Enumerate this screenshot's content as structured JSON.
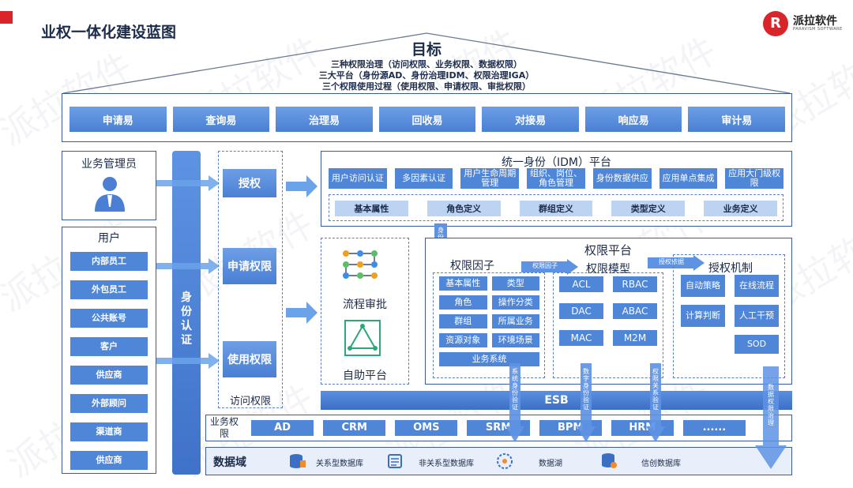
{
  "header": {
    "title": "业权一体化建设蓝图",
    "logo_text": "派拉软件",
    "logo_sub": "PARAVISM SOFTWARE",
    "logo_mark": "R"
  },
  "watermark": "派拉软件",
  "goal": {
    "title": "目标",
    "lines": [
      "三种权限治理（访问权限、业务权限、数据权限）",
      "三大平台（身份源AD、身份治理IDM、权限治理IGA）",
      "三个权限使用过程（使用权限、申请权限、审批权限）"
    ]
  },
  "easy_items": [
    "申请易",
    "查询易",
    "治理易",
    "回收易",
    "对接易",
    "响应易",
    "审计易"
  ],
  "biz_admin": {
    "title": "业务管理员"
  },
  "users": {
    "title": "用户",
    "items": [
      "内部员工",
      "外包员工",
      "公共账号",
      "客户",
      "供应商",
      "外部顾问",
      "渠道商",
      "供应商"
    ]
  },
  "identity_auth": "身份认证",
  "access": {
    "items": [
      "授权",
      "申请权限",
      "使用权限"
    ],
    "label": "访问权限"
  },
  "flow": {
    "approval": "流程审批",
    "selfservice": "自助平台"
  },
  "idm": {
    "title": "统一身份（IDM）平台",
    "functions": [
      "用户访问认证",
      "多因素认证",
      "用户生命周期管理",
      "组织、岗位、角色管理",
      "身份数据供应",
      "应用单点集成",
      "应用大门级权限"
    ],
    "definitions": [
      "基本属性",
      "角色定义",
      "群组定义",
      "类型定义",
      "业务定义"
    ],
    "supply_label": "身份供应"
  },
  "perm_platform": {
    "title": "权限平台",
    "factor_title": "权限因子",
    "factors": [
      "基本属性",
      "类型",
      "角色",
      "操作分类",
      "群组",
      "所属业务",
      "资源对象",
      "环境场景",
      "业务系统"
    ],
    "factor_arrow": "权限因子",
    "model_title": "权限模型",
    "models": [
      "ACL",
      "RBAC",
      "DAC",
      "ABAC",
      "MAC",
      "M2M"
    ],
    "model_arrow": "授权依据",
    "mech_title": "授权机制",
    "mechs": [
      "自动策略",
      "在线流程",
      "计算判断",
      "人工干预",
      "SOD"
    ]
  },
  "down_labels": [
    "系统身份验证",
    "数字身份验证",
    "权限关系验证",
    "数据权限治理"
  ],
  "esb": "ESB",
  "biz_perm": {
    "label": "业务权限",
    "systems": [
      "AD",
      "CRM",
      "OMS",
      "SRM",
      "BPM",
      "HRM",
      "......"
    ]
  },
  "data_domain": {
    "label": "数据域",
    "items": [
      {
        "name": "关系型数据库",
        "icon": "database-icon"
      },
      {
        "name": "非关系型数据库",
        "icon": "document-store-icon"
      },
      {
        "name": "数据湖",
        "icon": "data-lake-icon"
      },
      {
        "name": "信创数据库",
        "icon": "domestic-database-icon"
      }
    ]
  },
  "colors": {
    "primary": "#4a7fd3",
    "light": "#bcd3f2",
    "accent_red": "#d9252a",
    "frame": "#3a5aa8"
  }
}
